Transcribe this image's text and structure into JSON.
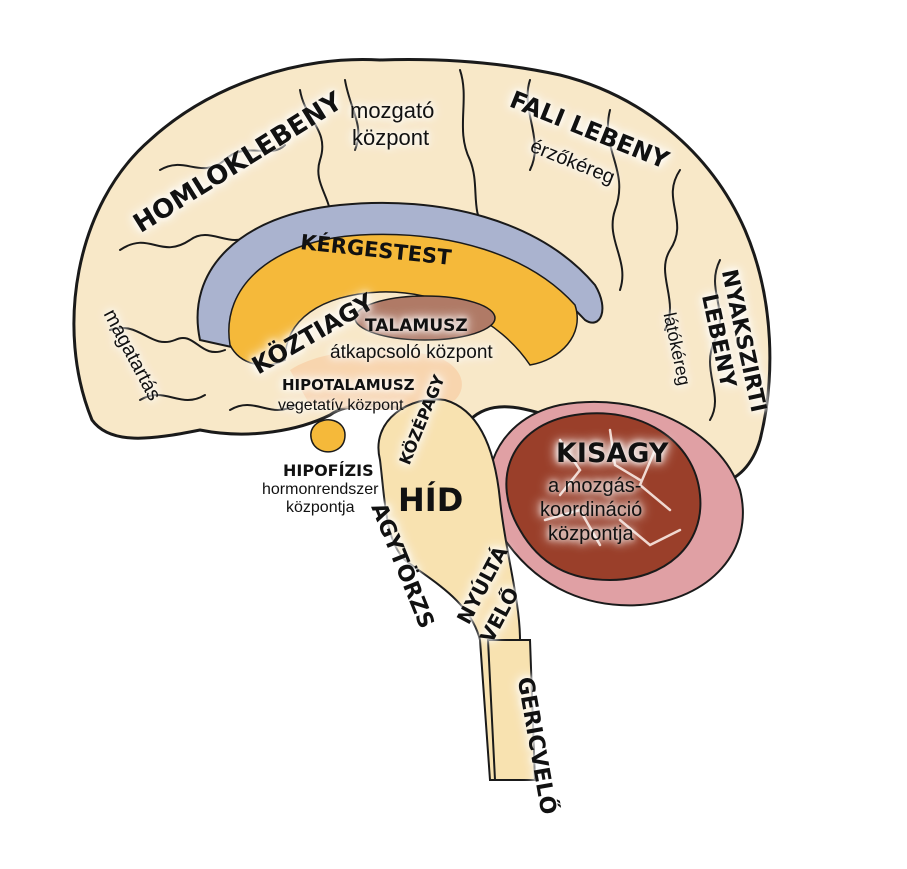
{
  "labels": {
    "frontal_lobe": "HOMLOKLEBENY",
    "motor_center_1": "mozgató",
    "motor_center_2": "központ",
    "parietal_lobe": "FALI LEBENY",
    "parietal_sub": "érzőkéreg",
    "corpus_callosum": "KÉRGESTEST",
    "occipital_lobe_1": "NYAKSZIRTI",
    "occipital_lobe_2": "LEBENY",
    "occipital_sub": "látókéreg",
    "behavior": "magatartás",
    "diencephalon": "KÖZTIAGY",
    "thalamus": "TALAMUSZ",
    "thalamus_sub": "átkapcsoló központ",
    "hypothalamus": "HIPOTALAMUSZ",
    "hypothalamus_sub": "vegetatív központ",
    "midbrain": "KÖZÉPAGY",
    "cerebellum": "KISAGY",
    "cerebellum_sub_1": "a mozgás-",
    "cerebellum_sub_2": "koordináció",
    "cerebellum_sub_3": "központja",
    "pituitary": "HIPOFÍZIS",
    "pituitary_sub_1": "hormonrendszer",
    "pituitary_sub_2": "központja",
    "pons": "HÍD",
    "brainstem": "AGYTÖRZS",
    "medulla_1": "NYÚLTÁ",
    "medulla_2": "VELŐ",
    "spinal_cord": "GERICVELŐ"
  },
  "colors": {
    "cortex": "#f8e8c8",
    "outline": "#1a1a1a",
    "callosum_outer": "#aab3cf",
    "callosum_inner": "#f5b93a",
    "thalamus": "#b07a66",
    "cerebellum_core": "#9a3f2a",
    "cerebellum_outer": "#e0a0a4",
    "brainstem": "#f8e2b0"
  }
}
